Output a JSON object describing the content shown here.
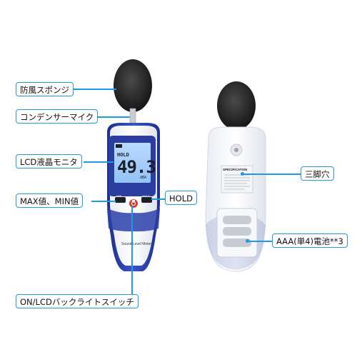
{
  "labels": {
    "windscreen": "防風スポンジ",
    "microphone": "コンデンサーマイク",
    "lcd": "LCD液晶モニタ",
    "maxmin": "MAX値、MIN値",
    "hold": "HOLD",
    "power": "ON/LCDバックライトスイッチ",
    "tripod": "三脚穴",
    "battery": "AAA(単4)電池**3"
  },
  "device": {
    "display_hold": "HOLD",
    "display_value": "49.3",
    "display_unit": "dBA",
    "brand_text": "Sound Level Meter",
    "button_maxmin": "MIN",
    "button_hold": "HOLD",
    "spec_title": "SPECIFICATION"
  },
  "colors": {
    "accent": "#1e9be0",
    "device_blue": "#2a3fa8",
    "power_red": "#d93b35"
  }
}
